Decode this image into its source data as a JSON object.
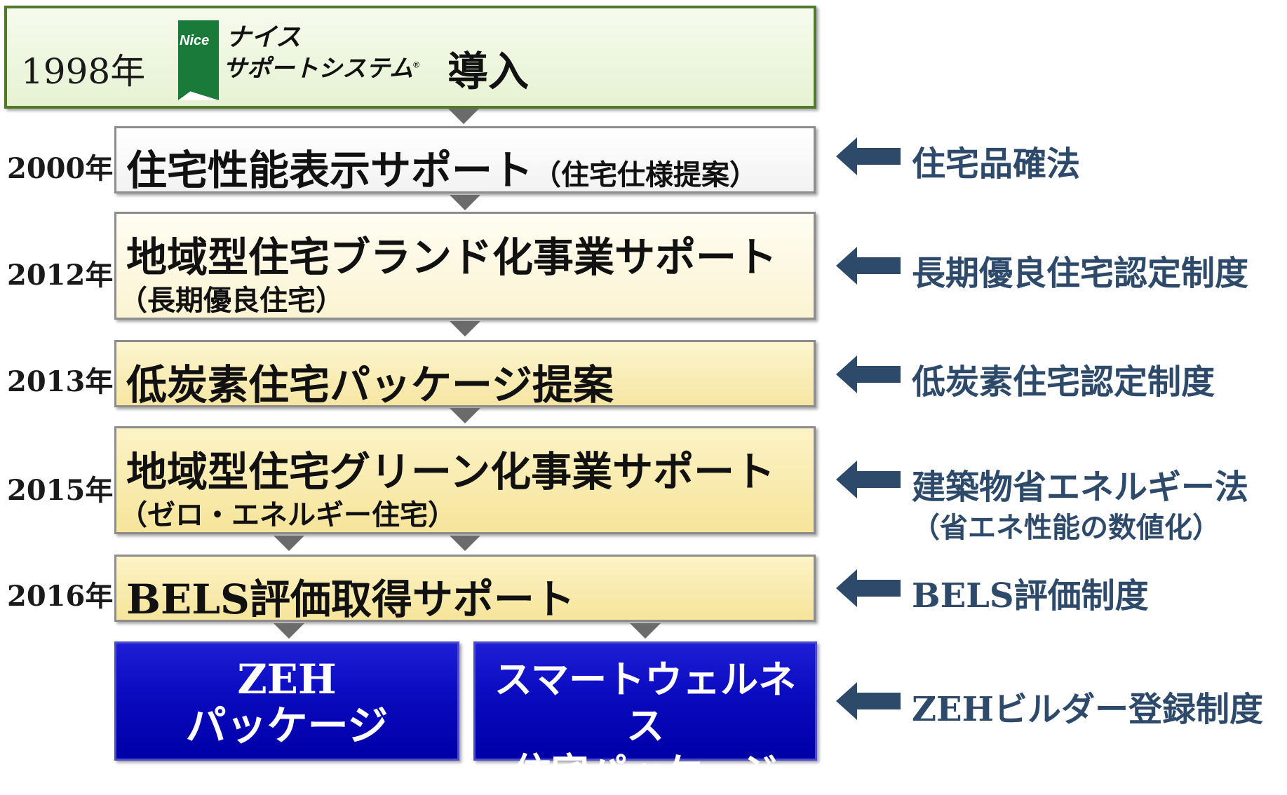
{
  "header": {
    "year": "1998年",
    "logo_badge": "Nice",
    "logo_line1": "ナイス",
    "logo_line2": "サポートシステム",
    "logo_reg": "®",
    "intro": "導入"
  },
  "rows": [
    {
      "year": "2000年",
      "title": "住宅性能表示サポート",
      "paren": "（住宅仕様提案）",
      "law": "住宅品確法"
    },
    {
      "year": "2012年",
      "title": "地域型住宅ブランド化事業サポート",
      "sub": "（長期優良住宅）",
      "law": "長期優良住宅認定制度"
    },
    {
      "year": "2013年",
      "title": "低炭素住宅パッケージ提案",
      "law": "低炭素住宅認定制度"
    },
    {
      "year": "2015年",
      "title": "地域型住宅グリーン化事業サポート",
      "sub": "（ゼロ・エネルギー住宅）",
      "law": "建築物省エネルギー法",
      "law_sub": "（省エネ性能の数値化）"
    },
    {
      "year": "2016年",
      "title": "BELS評価取得サポート",
      "law": "BELS評価制度"
    }
  ],
  "bottom": {
    "left_line1": "ZEH",
    "left_line2": "パッケージ",
    "right_line1": "スマートウェルネス",
    "right_line2": "住宅パッケージ",
    "law": "ZEHビルダー登録制度"
  },
  "colors": {
    "header_fill": "#eef7df",
    "header_border": "#4e7a2a",
    "logo_green": "#1a7a3a",
    "row_fill_light": "#fdf8e2",
    "row_fill_yellow": "#faeea8",
    "law_text": "#2e4a6b",
    "arrow": "#2e4a6b",
    "blue_box": "#0a0abf"
  }
}
